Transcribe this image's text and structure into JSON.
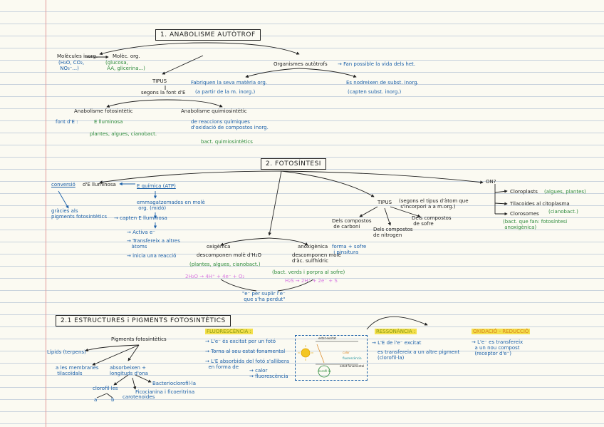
{
  "colors": {
    "paper": "#fbfaf2",
    "rule_line": "#c9d3dd",
    "margin_line": "#e29a9a",
    "ink": "#222222",
    "blue": "#1a5fa8",
    "green": "#2e8b3c",
    "olive": "#8a9a12",
    "pink": "#d774e0",
    "highlight_yellow": "#f4e04d"
  },
  "section1": {
    "title": "1. ANABOLISME AUTÒTROF",
    "moleculas_inorg": "Molècules inorg.",
    "examples_inorg": "(H₂O, CO₂,\n NO₃⁻...)",
    "molec_org": "Molèc. org.",
    "examples_org": "(glucosa,\n AA, glicerina...)",
    "organismes": "Organismes autòtrofs",
    "fan_possible": "→ Fan possible la vida dels het.",
    "fabriquen": "Fabriquen la seva matèria org.",
    "a_partir": "(a partir de la m. inorg.)",
    "nodreixen": "Es nodreixen de subst. inorg.",
    "capten": "(capten subst. inorg.)",
    "tipus": "TIPUS",
    "segons_font": "segons la font d'E",
    "fotosintetic": "Anabolisme fotosintètic",
    "quimiosintetic": "Anabolisme quimiosintètic",
    "font_e": "font d'E :",
    "e_lluminosa": "E lluminosa",
    "plantes_algues": "plantes, algues, cianobact.",
    "reaccions": "de reaccions químiques\nd'oxidació de compostos inorg.",
    "bact_quimio": "bact. quimiosintètics"
  },
  "section2": {
    "title": "2. FOTOSÍNTESI",
    "conversio": "conversió",
    "d_e_lluminosa": "d'E lluminosa",
    "e_quimica": "E química (ATP)",
    "emmagatzemades": "emmagatzemades en molè\n org. (midó)",
    "gracies": "gràcies als\npigments fotosintètics",
    "capten_e": "→ capten E lluminosa",
    "activa": "→ Activa e⁻",
    "transfereix": "→ Transfereix a altres\n   àtoms",
    "inicia": "→ inicia una reacció",
    "oxigenica": "oxigènica",
    "descomponen_h2o": "descomponen molè d'H₂O",
    "plantes_algues_ox": "(plantes, algues, cianobact.)",
    "anoxigenica": "anoxigènica",
    "descomponen_sulf": "descomponen molè\nd'àc. sulfhídric",
    "forma_sofre": "forma + sofre\n i pinsitura",
    "bact_verds": "(bact. verds i porpra al sofre)",
    "eq_h2o": "2H₂O → 4H⁺ + 4e⁻ + O₂",
    "eq_h2s": "H₂S → 2H⁺ + 2e⁻ + S",
    "e_per_suplir": "\"e⁻ per suplir l'e⁻\n que s'ha perdut\"",
    "tipus": "TIPUS",
    "segons_tipus": "(segons el tipus d'àtom que\n s'incorpori a a m.org.)",
    "dels_compostos_carboni": "Dels compostos\n de carboni",
    "dels_compostos_nitrogen": "Dels compostos\nde nitrogen",
    "dels_compostos_sofre": "Dels compostos\n de sofre",
    "on": "ON?",
    "cloroplasts": "Cloroplasts",
    "cloroplasts_note": "(algues, plantes)",
    "tilacoides": "Tilacoides al citoplasma",
    "tilacoides_note": "(cianobact.)",
    "clorosomes": "Clorosomes",
    "clorosomes_note": "(bact. que fan: fotosíntesi\n anoxigènica)"
  },
  "section3": {
    "title": "2.1 ESTRUCTURES i PIGMENTS FOTOSINTÈTICS",
    "pigments": "Pigments fotosintètics",
    "lipids": "Lípids (terpens)",
    "membranes": "a les membranes\n tilacoïdals",
    "absorbeixen": "absorbeixen +\nlongituds d'ona",
    "clorofiles": "clorofil·les",
    "a_label": "a",
    "b_label": "b",
    "bacterio": "Bacterioclorofil·la",
    "ficocianina": "Ficocianina i ficoeritrina",
    "carotenoides": "carotenoides",
    "fluorescencia_title": "FLUORESCÈNCIA :",
    "fluor_1": "→ L'e⁻ és excitat per un fotó",
    "fluor_2": "→ Torna al seu estat fonamental",
    "fluor_3": "→ L'E absorbida del fotó s'allibera\n  en forma de",
    "calor_fluor": "→ calor\n→ fluorescència",
    "diagram_top": "estat excitat",
    "diagram_calor": "calor",
    "diagram_fluor": "fluorescència",
    "diagram_fonamental": "estat fonamental",
    "diagram_clorofil": "clorofil·la",
    "ressonancia_title": "RESSONÀNCIA :",
    "resson_1": "→ L'E de l'e⁻ excitat",
    "resson_2": "es transfereix a un altre pigment\n(clorofil·la)",
    "oxidacio_title": "OXIDACIÓ - REDUCCIÓ",
    "oxid_1": "→ L'e⁻ es transfereix\n  a un nou compost\n  (receptor d'e⁻)"
  }
}
